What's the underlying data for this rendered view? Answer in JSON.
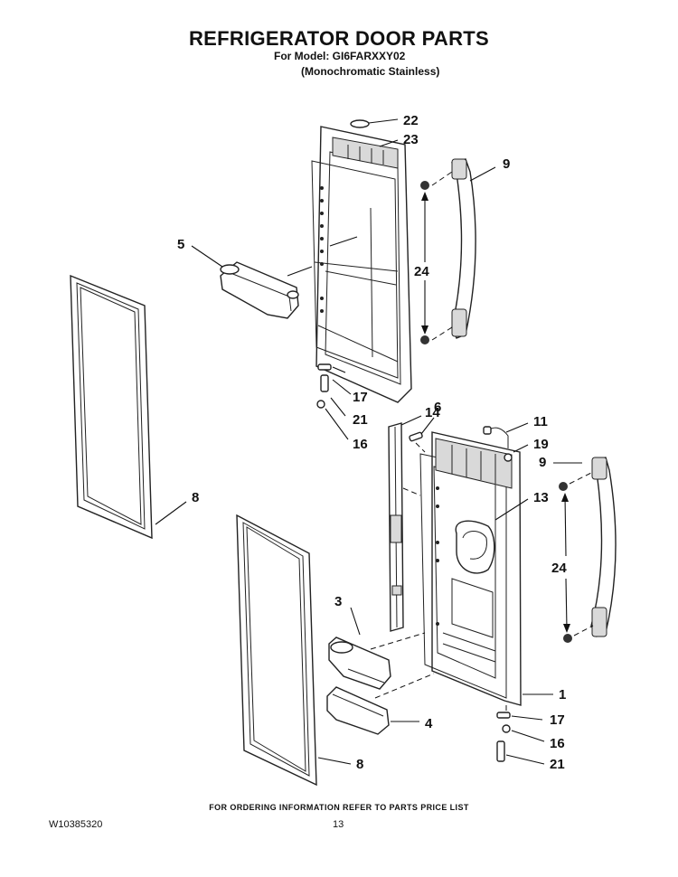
{
  "header": {
    "title": "REFRIGERATOR DOOR PARTS",
    "model": "For Model: GI6FARXXY02",
    "finish": "(Monochromatic Stainless)"
  },
  "callouts": {
    "c22": "22",
    "c23": "23",
    "c9a": "9",
    "c5": "5",
    "c24a": "24",
    "c17a": "17",
    "c21a": "21",
    "c16a": "16",
    "c14": "14",
    "c6": "6",
    "c11": "11",
    "c19": "19",
    "c9b": "9",
    "c13": "13",
    "c8a": "8",
    "c24b": "24",
    "c3": "3",
    "c1": "1",
    "c4": "4",
    "c17b": "17",
    "c16b": "16",
    "c8b": "8",
    "c21b": "21"
  },
  "footer": {
    "note": "FOR ORDERING INFORMATION REFER TO PARTS PRICE LIST",
    "doc_number": "W10385320",
    "page": "13"
  }
}
